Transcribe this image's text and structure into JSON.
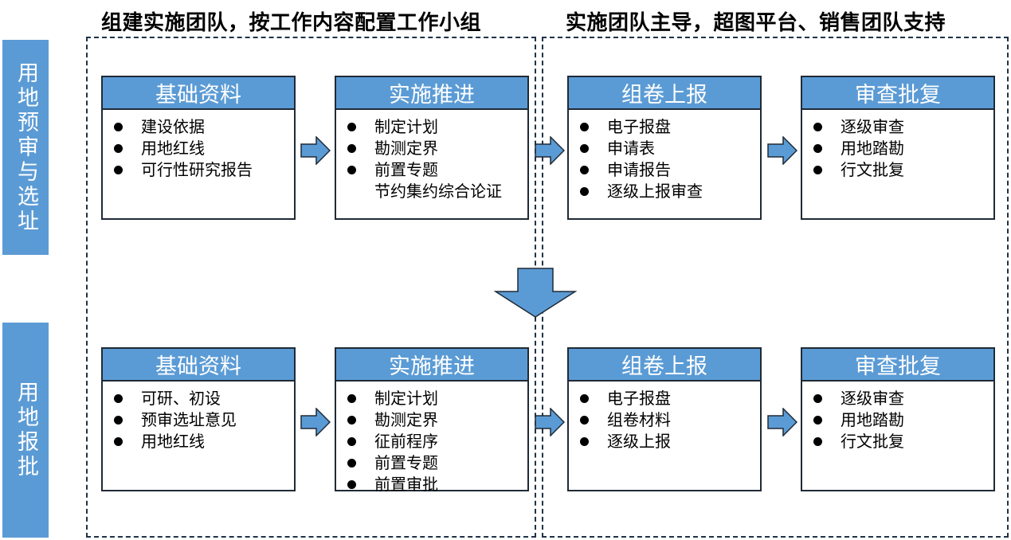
{
  "headings": {
    "left": "组建实施团队，按工作内容配置工作小组",
    "right": "实施团队主导，超图平台、销售团队支持"
  },
  "rows": [
    {
      "label": "用地预审与选址",
      "boxes": [
        {
          "title": "基础资料",
          "items": [
            "建设依据",
            "用地红线",
            "可行性研究报告"
          ]
        },
        {
          "title": "实施推进",
          "items": [
            "制定计划",
            "勘测定界",
            "前置专题"
          ],
          "extra": "节约集约综合论证"
        },
        {
          "title": "组卷上报",
          "items": [
            "电子报盘",
            "申请表",
            "申请报告",
            "逐级上报审查"
          ]
        },
        {
          "title": "审查批复",
          "items": [
            "逐级审查",
            "用地踏勘",
            "行文批复"
          ]
        }
      ]
    },
    {
      "label": "用地报批",
      "boxes": [
        {
          "title": "基础资料",
          "items": [
            "可研、初设",
            "预审选址意见",
            "用地红线"
          ]
        },
        {
          "title": "实施推进",
          "items": [
            "制定计划",
            "勘测定界",
            "征前程序",
            "前置专题",
            "前置审批"
          ]
        },
        {
          "title": "组卷上报",
          "items": [
            "电子报盘",
            "组卷材料",
            "逐级上报"
          ]
        },
        {
          "title": "审查批复",
          "items": [
            "逐级审查",
            "用地踏勘",
            "行文批复"
          ]
        }
      ]
    }
  ],
  "colors": {
    "accent": "#5b9bd5",
    "border": "#1f2a36"
  }
}
